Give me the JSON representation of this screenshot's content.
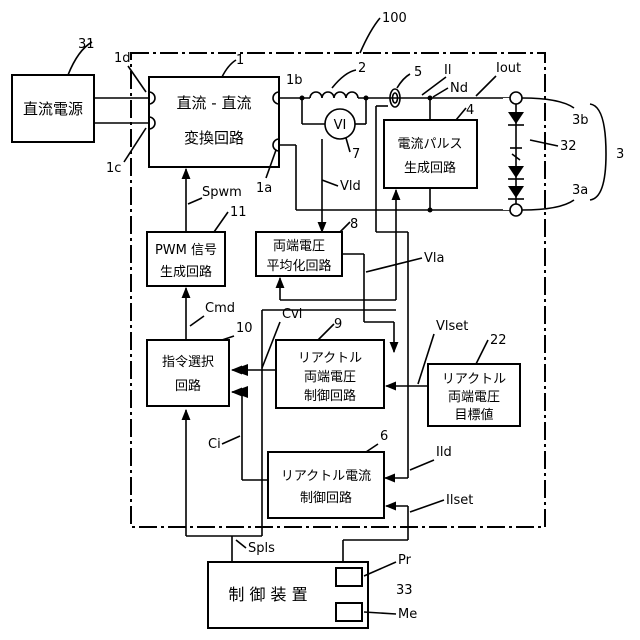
{
  "refs": {
    "r100": "100",
    "r31": "31",
    "r1": "1",
    "r2": "2",
    "r5": "5",
    "r4": "4",
    "r3": "3",
    "r32": "32",
    "r7": "7",
    "r8": "8",
    "r11": "11",
    "r10": "10",
    "r9": "9",
    "r22": "22",
    "r6": "6",
    "r33": "33"
  },
  "terminals": {
    "t1a": "1a",
    "t1b": "1b",
    "t1c": "1c",
    "t1d": "1d",
    "t3a": "3a",
    "t3b": "3b"
  },
  "signals": {
    "Il": "Il",
    "Nd": "Nd",
    "Iout": "Iout",
    "Vld": "Vld",
    "Spwm": "Spwm",
    "Vla": "Vla",
    "Cmd": "Cmd",
    "Cvl": "Cvl",
    "Vlset": "Vlset",
    "Ci": "Ci",
    "Ild": "Ild",
    "Ilset": "Ilset",
    "Spls": "Spls",
    "Pr": "Pr",
    "Me": "Me"
  },
  "blocks": {
    "dc_source": "直流電源",
    "converter_l1": "直流 - 直流",
    "converter_l2": "変換回路",
    "pulse_l1": "電流パルス",
    "pulse_l2": "生成回路",
    "averaging_l1": "両端電圧",
    "averaging_l2": "平均化回路",
    "pwm_l1": "PWM 信号",
    "pwm_l2": "生成回路",
    "selector_l1": "指令選択",
    "selector_l2": "回路",
    "vctrl_l1": "リアクトル",
    "vctrl_l2": "両端電圧",
    "vctrl_l3": "制御回路",
    "target_l1": "リアクトル",
    "target_l2": "両端電圧",
    "target_l3": "目標値",
    "ictrl_l1": "リアクトル電流",
    "ictrl_l2": "制御回路",
    "controller": "制 御 装 置",
    "voltmeter": "VI"
  }
}
